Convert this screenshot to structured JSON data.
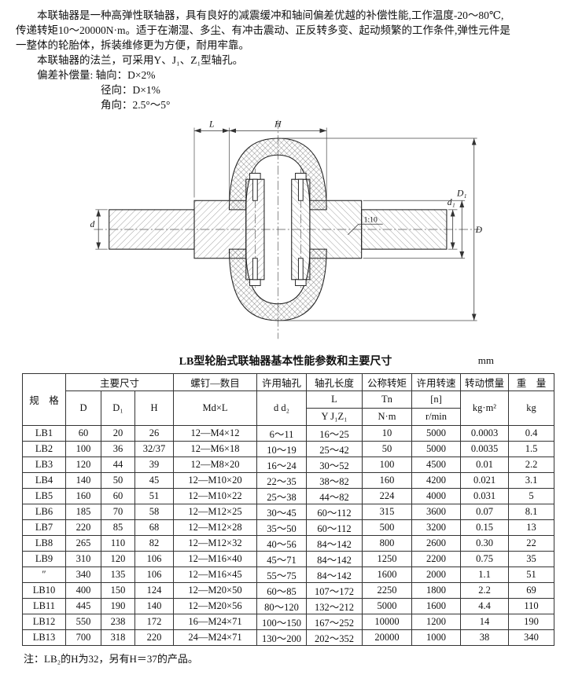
{
  "intro": {
    "line1": "本联轴器是一种高弹性联轴器，具有良好的减震缓冲和轴间偏差优越的补偿性能,工作温度-20～80℃,",
    "line2": "传递转矩10～20000N·m。适于在潮湿、多尘、有冲击震动、正反转多变、起动频繁的工作条件,弹性元件是",
    "line3": "一整体的轮胎体，拆装维修更为方便，耐用牢靠。",
    "line4": "本联轴器的法兰，可采用Y、J₁、Z₁型轴孔。",
    "line5": "偏差补偿量: 轴向：D×2%",
    "line6": "径向：D×1%",
    "line7": "角向：2.5°～5°"
  },
  "drawing": {
    "labels": {
      "dim_l": "L",
      "dim_h": "H",
      "dim_d": "d",
      "dim_d1": "d₁",
      "dim_D1": "D₁",
      "dim_D": "D",
      "taper": "1:10"
    }
  },
  "table": {
    "title": "LB型轮胎式联轴器基本性能参数和主要尺寸",
    "unit": "mm",
    "header": {
      "spec": "规　格",
      "main_dims": "主要尺寸",
      "col_D": "D",
      "col_D1": "D₁",
      "col_H": "H",
      "bolts": "螺钉—数目",
      "bolts_sub": "Md×L",
      "bore": "许用轴孔",
      "bore_sub": "d d₂",
      "bore_len": "轴孔长度",
      "bore_len_sub1": "L",
      "bore_len_sub2": "Y J₁Z₁",
      "torque": "公称转矩",
      "torque_sub1": "Tn",
      "torque_sub2": "N·m",
      "speed": "许用转速",
      "speed_sub1": "[n]",
      "speed_sub2": "r/min",
      "inertia": "转动惯量",
      "inertia_sub": "kg·m²",
      "weight": "重　量",
      "weight_sub": "kg"
    },
    "rows": [
      {
        "spec": "LB1",
        "D": "60",
        "D1": "20",
        "H": "26",
        "bolts": "12—M4×12",
        "bore": "6～11",
        "length": "16～25",
        "torque": "10",
        "speed": "5000",
        "inertia": "0.0003",
        "weight": "0.4"
      },
      {
        "spec": "LB2",
        "D": "100",
        "D1": "36",
        "H": "32/37",
        "bolts": "12—M6×18",
        "bore": "10～19",
        "length": "25～42",
        "torque": "50",
        "speed": "5000",
        "inertia": "0.0035",
        "weight": "1.5"
      },
      {
        "spec": "LB3",
        "D": "120",
        "D1": "44",
        "H": "39",
        "bolts": "12—M8×20",
        "bore": "16～24",
        "length": "30～52",
        "torque": "100",
        "speed": "4500",
        "inertia": "0.01",
        "weight": "2.2"
      },
      {
        "spec": "LB4",
        "D": "140",
        "D1": "50",
        "H": "45",
        "bolts": "12—M10×20",
        "bore": "22～35",
        "length": "38～82",
        "torque": "160",
        "speed": "4200",
        "inertia": "0.021",
        "weight": "3.1"
      },
      {
        "spec": "LB5",
        "D": "160",
        "D1": "60",
        "H": "51",
        "bolts": "12—M10×22",
        "bore": "25～38",
        "length": "44～82",
        "torque": "224",
        "speed": "4000",
        "inertia": "0.031",
        "weight": "5"
      },
      {
        "spec": "LB6",
        "D": "185",
        "D1": "70",
        "H": "58",
        "bolts": "12—M12×25",
        "bore": "30～45",
        "length": "60～112",
        "torque": "315",
        "speed": "3600",
        "inertia": "0.07",
        "weight": "8.1"
      },
      {
        "spec": "LB7",
        "D": "220",
        "D1": "85",
        "H": "68",
        "bolts": "12—M12×28",
        "bore": "35～50",
        "length": "60～112",
        "torque": "500",
        "speed": "3200",
        "inertia": "0.15",
        "weight": "13"
      },
      {
        "spec": "LB8",
        "D": "265",
        "D1": "110",
        "H": "82",
        "bolts": "12—M12×32",
        "bore": "40～56",
        "length": "84～142",
        "torque": "800",
        "speed": "2600",
        "inertia": "0.30",
        "weight": "22"
      },
      {
        "spec": "LB9",
        "D": "310",
        "D1": "120",
        "H": "106",
        "bolts": "12—M16×40",
        "bore": "45～71",
        "length": "84～142",
        "torque": "1250",
        "speed": "2200",
        "inertia": "0.75",
        "weight": "35"
      },
      {
        "spec": "″",
        "D": "340",
        "D1": "135",
        "H": "106",
        "bolts": "12—M16×45",
        "bore": "55～75",
        "length": "84～142",
        "torque": "1600",
        "speed": "2000",
        "inertia": "1.1",
        "weight": "51"
      },
      {
        "spec": "LB10",
        "D": "400",
        "D1": "150",
        "H": "124",
        "bolts": "12—M20×50",
        "bore": "60～85",
        "length": "107～172",
        "torque": "2250",
        "speed": "1800",
        "inertia": "2.2",
        "weight": "69"
      },
      {
        "spec": "LB11",
        "D": "445",
        "D1": "190",
        "H": "140",
        "bolts": "12—M20×56",
        "bore": "80～120",
        "length": "132～212",
        "torque": "5000",
        "speed": "1600",
        "inertia": "4.4",
        "weight": "110"
      },
      {
        "spec": "LB12",
        "D": "550",
        "D1": "238",
        "H": "172",
        "bolts": "16—M24×71",
        "bore": "100～150",
        "length": "167～252",
        "torque": "10000",
        "speed": "1200",
        "inertia": "14",
        "weight": "190"
      },
      {
        "spec": "LB13",
        "D": "700",
        "D1": "318",
        "H": "220",
        "bolts": "24—M24×71",
        "bore": "130～200",
        "length": "202～352",
        "torque": "20000",
        "speed": "1000",
        "inertia": "38",
        "weight": "340"
      }
    ]
  },
  "footnote": "注：LB₂的H为32，另有H＝37的产品。"
}
